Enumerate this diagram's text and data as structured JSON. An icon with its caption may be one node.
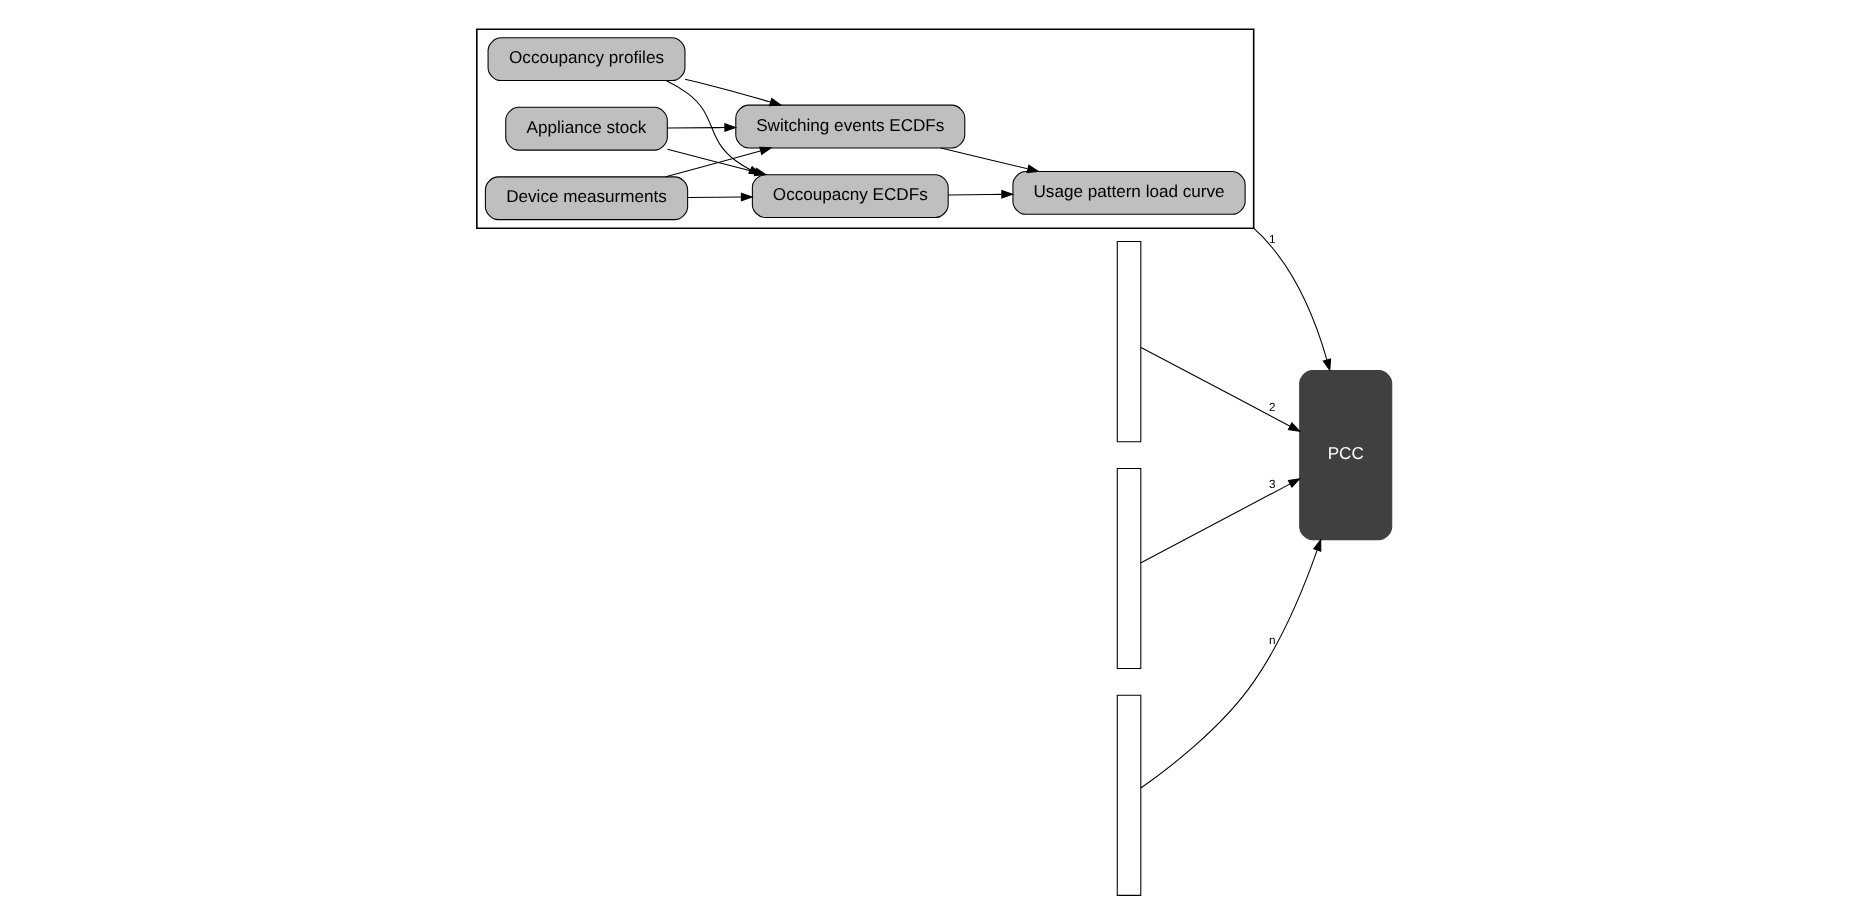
{
  "diagram": {
    "nodes": [
      {
        "text": [],
        "shape": "box"
      },
      {
        "text": [
          "Occoupancy profiles"
        ],
        "in": 0
      },
      {
        "text": [
          "Appliance stock"
        ],
        "in": 0
      },
      {
        "text": [
          "Device measurments"
        ],
        "in": 0
      },
      {
        "text": [
          "Occoupacny ECDFs"
        ],
        "in": 0
      },
      {
        "text": [
          "Switching events ECDFs"
        ],
        "in": 0
      },
      {
        "text": [
          "Usage pattern load curve"
        ],
        "in": 0
      },
      {
        "text": [],
        "shape": "box"
      },
      {
        "text": [],
        "shape": "box"
      },
      {
        "text": [],
        "shape": "box"
      },
      {
        "text": [
          "PCC"
        ]
      }
    ],
    "edges": [
      {
        "from": 1,
        "to": 4,
        "arrow": "to"
      },
      {
        "from": 1,
        "to": 5,
        "arrow": "to"
      },
      {
        "from": 2,
        "to": 4,
        "arrow": "to"
      },
      {
        "from": 2,
        "to": 5,
        "arrow": "to"
      },
      {
        "from": 3,
        "to": 4,
        "arrow": "to"
      },
      {
        "from": 3,
        "to": 5,
        "arrow": "to"
      },
      {
        "from": 4,
        "to": 6,
        "arrow": "to"
      },
      {
        "from": 5,
        "to": 6,
        "arrow": "to"
      },
      {
        "from": 0,
        "to": 10,
        "arrow": "to",
        "label": "1"
      },
      {
        "from": 7,
        "to": 10,
        "arrow": "to",
        "label": "2"
      },
      {
        "from": 8,
        "to": 10,
        "arrow": "to",
        "label": "3"
      },
      {
        "from": 9,
        "to": 10,
        "arrow": "to",
        "label": "n"
      }
    ]
  }
}
